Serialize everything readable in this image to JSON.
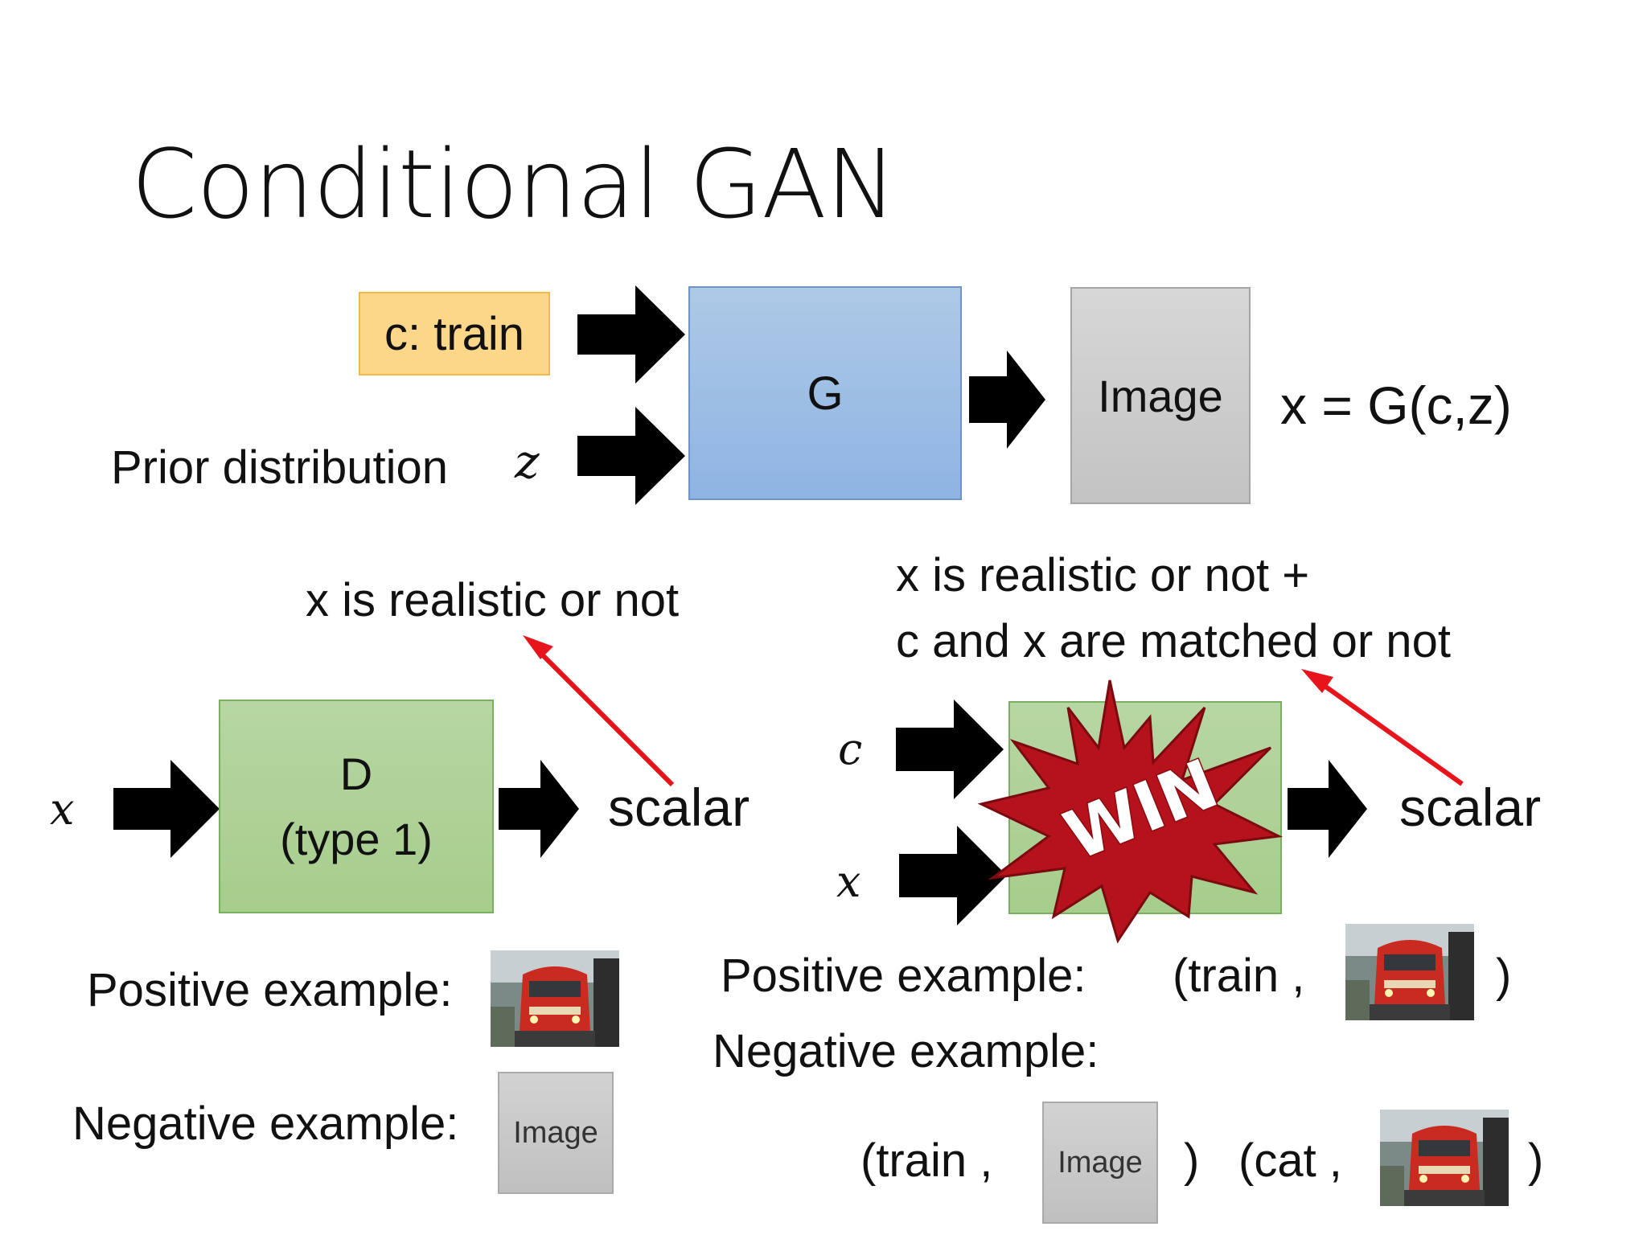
{
  "title": "Conditional GAN",
  "generator": {
    "condition_label": "c: train",
    "prior_label": "Prior distribution",
    "z_symbol": "z",
    "g_label": "G",
    "output_label": "Image",
    "equation": "x = G(c,z)"
  },
  "d_type1": {
    "annotation": "x is realistic or not",
    "input_symbol": "x",
    "box_line1": "D",
    "box_line2": "(type 1)",
    "output_label": "scalar",
    "positive_label": "Positive example:",
    "negative_label": "Negative example:",
    "negative_image_label": "Image"
  },
  "d_type2": {
    "annotation_line1": "x is realistic or not +",
    "annotation_line2": "c and x are matched or not",
    "input_c": "c",
    "input_x": "x",
    "badge_text": "WIN",
    "output_label": "scalar",
    "positive_label": "Positive example:",
    "positive_pair_open": "(train ,",
    "positive_pair_close": ")",
    "negative_label": "Negative example:",
    "negative_pair1_open": "(train ,",
    "negative_pair1_image": "Image",
    "negative_pair1_close": ")",
    "negative_pair2_open": "(cat ,",
    "negative_pair2_close": ")"
  },
  "colors": {
    "condition_fill": "#fcd78a",
    "generator_fill": "#9fbfe5",
    "image_fill": "#cdcdcd",
    "discriminator_fill": "#acd193",
    "arrow_red": "#e8141c",
    "badge_red": "#b5121b"
  }
}
